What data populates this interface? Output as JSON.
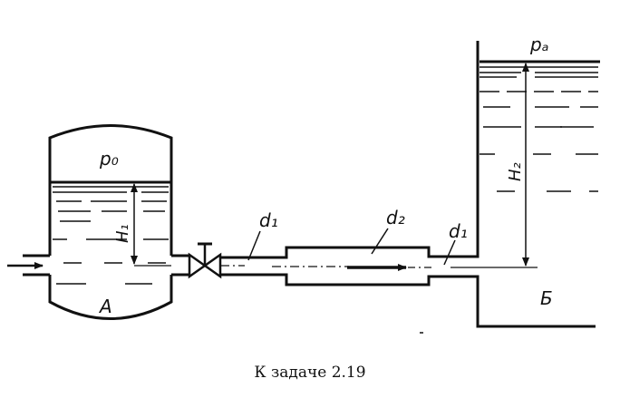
{
  "labels": {
    "p0": "p₀",
    "pa": "pₐ",
    "H1": "H₁",
    "H2": "H₂",
    "d1_left": "d₁",
    "d2": "d₂",
    "d1_right": "d₁",
    "tank_a": "A",
    "tank_b": "Б"
  },
  "caption": "К задаче 2.19"
}
